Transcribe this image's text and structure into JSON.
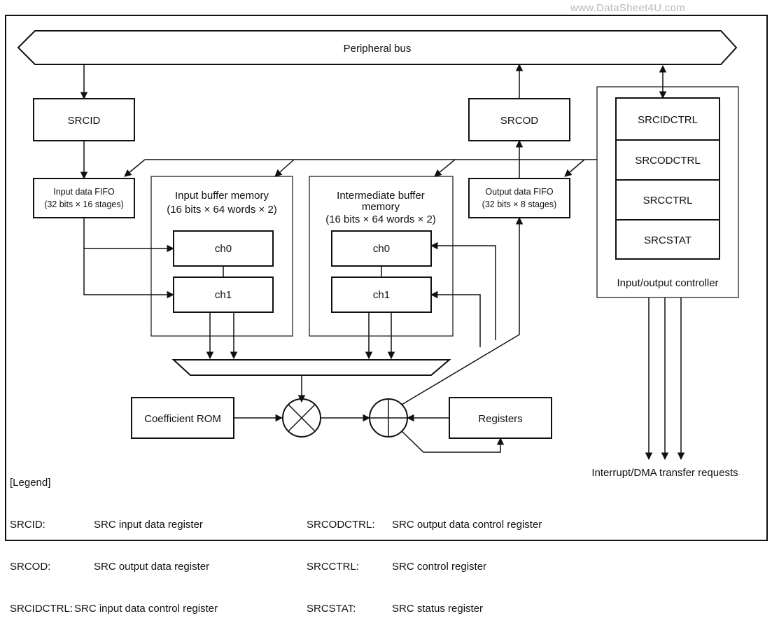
{
  "watermark": "www.DataSheet4U.com",
  "bus_label": "Peripheral bus",
  "blocks": {
    "srcid": "SRCID",
    "srcod": "SRCOD",
    "input_fifo": [
      "Input data FIFO",
      "(32 bits × 16 stages)"
    ],
    "output_fifo": [
      "Output data FIFO",
      "(32 bits × 8 stages)"
    ],
    "input_buffer": [
      "Input buffer memory",
      "(16 bits × 64 words × 2)"
    ],
    "intermediate_buffer": [
      "Intermediate buffer",
      "memory",
      "(16 bits × 64 words × 2)"
    ],
    "ch0": "ch0",
    "ch1": "ch1",
    "coefficient_rom": "Coefficient ROM",
    "registers": "Registers",
    "io_controller": "Input/output controller",
    "ctrl_regs": [
      "SRCIDCTRL",
      "SRCODCTRL",
      "SRCCTRL",
      "SRCSTAT"
    ],
    "interrupt_label": "Interrupt/DMA transfer requests"
  },
  "legend": {
    "title": "[Legend]",
    "left": [
      {
        "key": "SRCID:",
        "desc": "SRC input data register"
      },
      {
        "key": "SRCOD:",
        "desc": "SRC output data register"
      },
      {
        "key": "SRCIDCTRL:",
        "desc": "SRC input data control register"
      }
    ],
    "right": [
      {
        "key": "SRCODCTRL:",
        "desc": "SRC output data control register"
      },
      {
        "key": "SRCCTRL:",
        "desc": "SRC control register"
      },
      {
        "key": "SRCSTAT:",
        "desc": "SRC status register"
      }
    ]
  }
}
